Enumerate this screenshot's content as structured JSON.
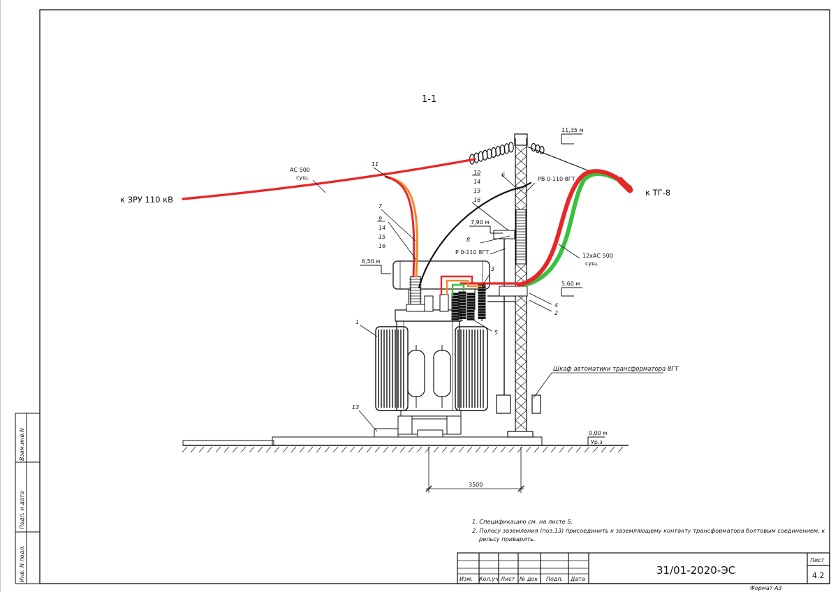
{
  "section_label": "1-1",
  "left_feed_label": "к ЗРУ 110 кВ",
  "right_feed_label": "к ТГ-8",
  "cable_left": {
    "line1": "АС 500",
    "line2": "сущ."
  },
  "cable_right": {
    "line1": "12хАС 500",
    "line2": "сущ."
  },
  "elevations": {
    "top": "11,35 м",
    "mid": "7,90 м",
    "transformer": "6,50 м",
    "right_mid": "5,60 м",
    "ground": "0,00 м",
    "ground_sub": "Ур.з"
  },
  "switch_rv": "РВ 0-110 8ГТ",
  "switch_r": "Р 0-110 8ГТ",
  "cabinet_label": "Шкаф автоматики трансформатора 8ГТ",
  "dimension": "3500",
  "callouts": {
    "c1": "1",
    "c2": "2",
    "c3": "3",
    "c4": "4",
    "c5": "5",
    "c6": "6",
    "c7": "7",
    "c8": "8",
    "c11": "11",
    "c13": "13",
    "stack_a": [
      "10",
      "14",
      "15",
      "16"
    ],
    "stack_b": [
      "9",
      "14",
      "15",
      "16"
    ]
  },
  "notes": [
    "1.  Спецификацию см. на листе 5.",
    "2.  Полосу заземления (поз.13) присоединить к заземляющему контакту трансформатора болтовым соединением, к",
    "рельсу приварить."
  ],
  "title_block": {
    "doc_code": "31/01-2020-ЭС",
    "sheet_label": "Лист",
    "sheet_number": "4.2",
    "columns": [
      "Изм.",
      "Кол.уч",
      "Лист",
      "№ док",
      "Подп.",
      "Дата"
    ]
  },
  "side_stamps": [
    "Взам.инв.N",
    "Подп. и дата",
    "Инв. N подл."
  ],
  "format_label": "Формат А3",
  "colors": {
    "phase_red": "#e8262a",
    "phase_orange": "#f08a24",
    "phase_green": "#39c23d",
    "ink": "#111111"
  }
}
